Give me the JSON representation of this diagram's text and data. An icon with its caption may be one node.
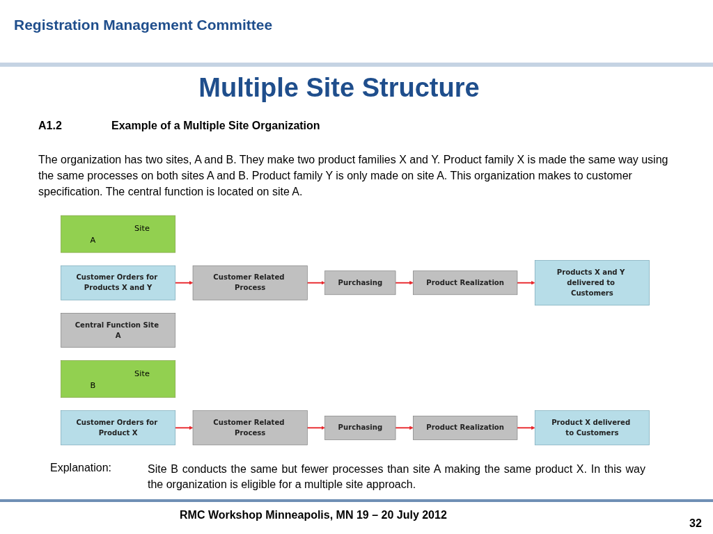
{
  "diagram": {
    "title": "Multiple Site Structure",
    "nodes": [
      {
        "text": [
          "Site A"
        ]
      },
      {
        "text": [
          "Customer Orders for Products X and Y"
        ]
      },
      {
        "text": [
          "Customer Related Process"
        ]
      },
      {
        "text": [
          "Purchasing"
        ]
      },
      {
        "text": [
          "Product Realization"
        ]
      },
      {
        "text": [
          "Products X and Y delivered to Customers"
        ]
      },
      {
        "text": [
          "Central Function Site A"
        ]
      },
      {
        "text": [
          "Site B"
        ]
      },
      {
        "text": [
          "Customer Orders for Product X"
        ]
      },
      {
        "text": [
          "Customer Related Process"
        ]
      },
      {
        "text": [
          "Purchasing"
        ]
      },
      {
        "text": [
          "Product Realization"
        ]
      },
      {
        "text": [
          "Product X delivered to Customers"
        ]
      }
    ],
    "edges": [
      {
        "from": 1,
        "to": 2,
        "arrow": "to",
        "color": "#e8262b"
      },
      {
        "from": 2,
        "to": 3,
        "arrow": "to",
        "color": "#e8262b"
      },
      {
        "from": 3,
        "to": 4,
        "arrow": "to",
        "color": "#e8262b"
      },
      {
        "from": 4,
        "to": 5,
        "arrow": "to",
        "color": "#e8262b"
      },
      {
        "from": 8,
        "to": 9,
        "arrow": "to",
        "color": "#e8262b"
      },
      {
        "from": 9,
        "to": 10,
        "arrow": "to",
        "color": "#e8262b"
      },
      {
        "from": 10,
        "to": 11,
        "arrow": "to",
        "color": "#e8262b"
      },
      {
        "from": 11,
        "to": 12,
        "arrow": "to",
        "color": "#e8262b"
      }
    ],
    "labels": [
      "Registration Management Committee",
      "A1.2",
      "Example of a Multiple Site Organization",
      "The organization has two sites, A and B.  They make two product families X and Y.  Product family X is made the same way using the same processes on both sites A and B.  Product family Y is only made on site A.  This organization makes to customer specification.  The central function is located on site A.",
      "Explanation:",
      "Site B conducts the same but fewer processes than site A making the same product X.  In this way the organization is eligible for a multiple site approach.",
      "RMC Workshop Minneapolis, MN 19 – 20 July 2012",
      "32"
    ]
  }
}
